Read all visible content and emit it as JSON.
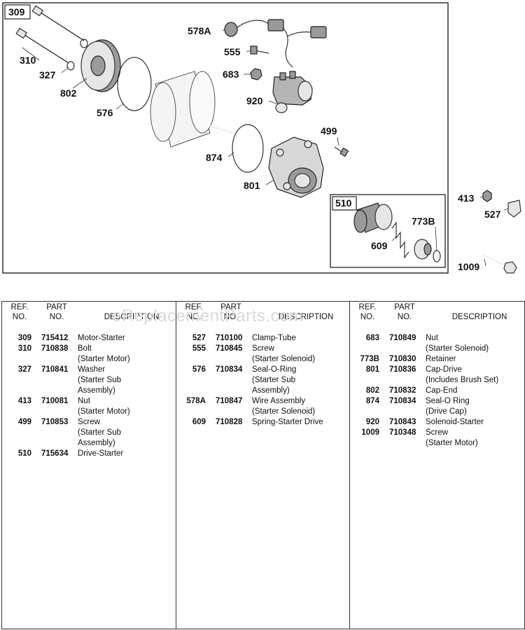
{
  "diagram": {
    "assembly_label": "309",
    "subassembly_label": "510",
    "callouts": {
      "c578A": "578A",
      "c555": "555",
      "c683": "683",
      "c920": "920",
      "c310": "310",
      "c327": "327",
      "c802": "802",
      "c576": "576",
      "c874": "874",
      "c801": "801",
      "c499": "499",
      "c773B": "773B",
      "c609": "609",
      "c413": "413",
      "c527": "527",
      "c1009": "1009"
    }
  },
  "watermark": "eReplacementParts.com",
  "table": {
    "headers": {
      "ref": [
        "REF.",
        "NO."
      ],
      "part": [
        "PART",
        "NO."
      ],
      "description": "DESCRIPTION"
    },
    "columns": [
      [
        {
          "ref": "309",
          "part": "715412",
          "desc": [
            "Motor-Starter"
          ]
        },
        {
          "ref": "310",
          "part": "710838",
          "desc": [
            "Bolt",
            "(Starter Motor)"
          ]
        },
        {
          "ref": "327",
          "part": "710841",
          "desc": [
            "Washer",
            "(Starter Sub",
            "Assembly)"
          ]
        },
        {
          "ref": "413",
          "part": "710081",
          "desc": [
            "Nut",
            "(Starter Motor)"
          ]
        },
        {
          "ref": "499",
          "part": "710853",
          "desc": [
            "Screw",
            "(Starter Sub",
            "Assembly)"
          ]
        },
        {
          "ref": "510",
          "part": "715634",
          "desc": [
            "Drive-Starter"
          ]
        }
      ],
      [
        {
          "ref": "527",
          "part": "710100",
          "desc": [
            "Clamp-Tube"
          ]
        },
        {
          "ref": "555",
          "part": "710845",
          "desc": [
            "Screw",
            "(Starter Solenoid)"
          ]
        },
        {
          "ref": "576",
          "part": "710834",
          "desc": [
            "Seal-O-Ring",
            "(Starter Sub",
            "Assembly)"
          ]
        },
        {
          "ref": "578A",
          "part": "710847",
          "desc": [
            "Wire Assembly",
            "(Starter Solenoid)"
          ]
        },
        {
          "ref": "609",
          "part": "710828",
          "desc": [
            "Spring-Starter Drive"
          ]
        }
      ],
      [
        {
          "ref": "683",
          "part": "710849",
          "desc": [
            "Nut",
            "(Starter Solenoid)"
          ]
        },
        {
          "ref": "773B",
          "part": "710830",
          "desc": [
            "Retainer"
          ]
        },
        {
          "ref": "801",
          "part": "710836",
          "desc": [
            "Cap-Drive",
            "(Includes Brush Set)"
          ]
        },
        {
          "ref": "802",
          "part": "710832",
          "desc": [
            "Cap-End"
          ]
        },
        {
          "ref": "874",
          "part": "710834",
          "desc": [
            "Seal-O Ring",
            "(Drive Cap)"
          ]
        },
        {
          "ref": "920",
          "part": "710843",
          "desc": [
            "Solenoid-Starter"
          ]
        },
        {
          "ref": "1009",
          "part": "710348",
          "desc": [
            "Screw",
            "(Starter Motor)"
          ]
        }
      ]
    ]
  }
}
